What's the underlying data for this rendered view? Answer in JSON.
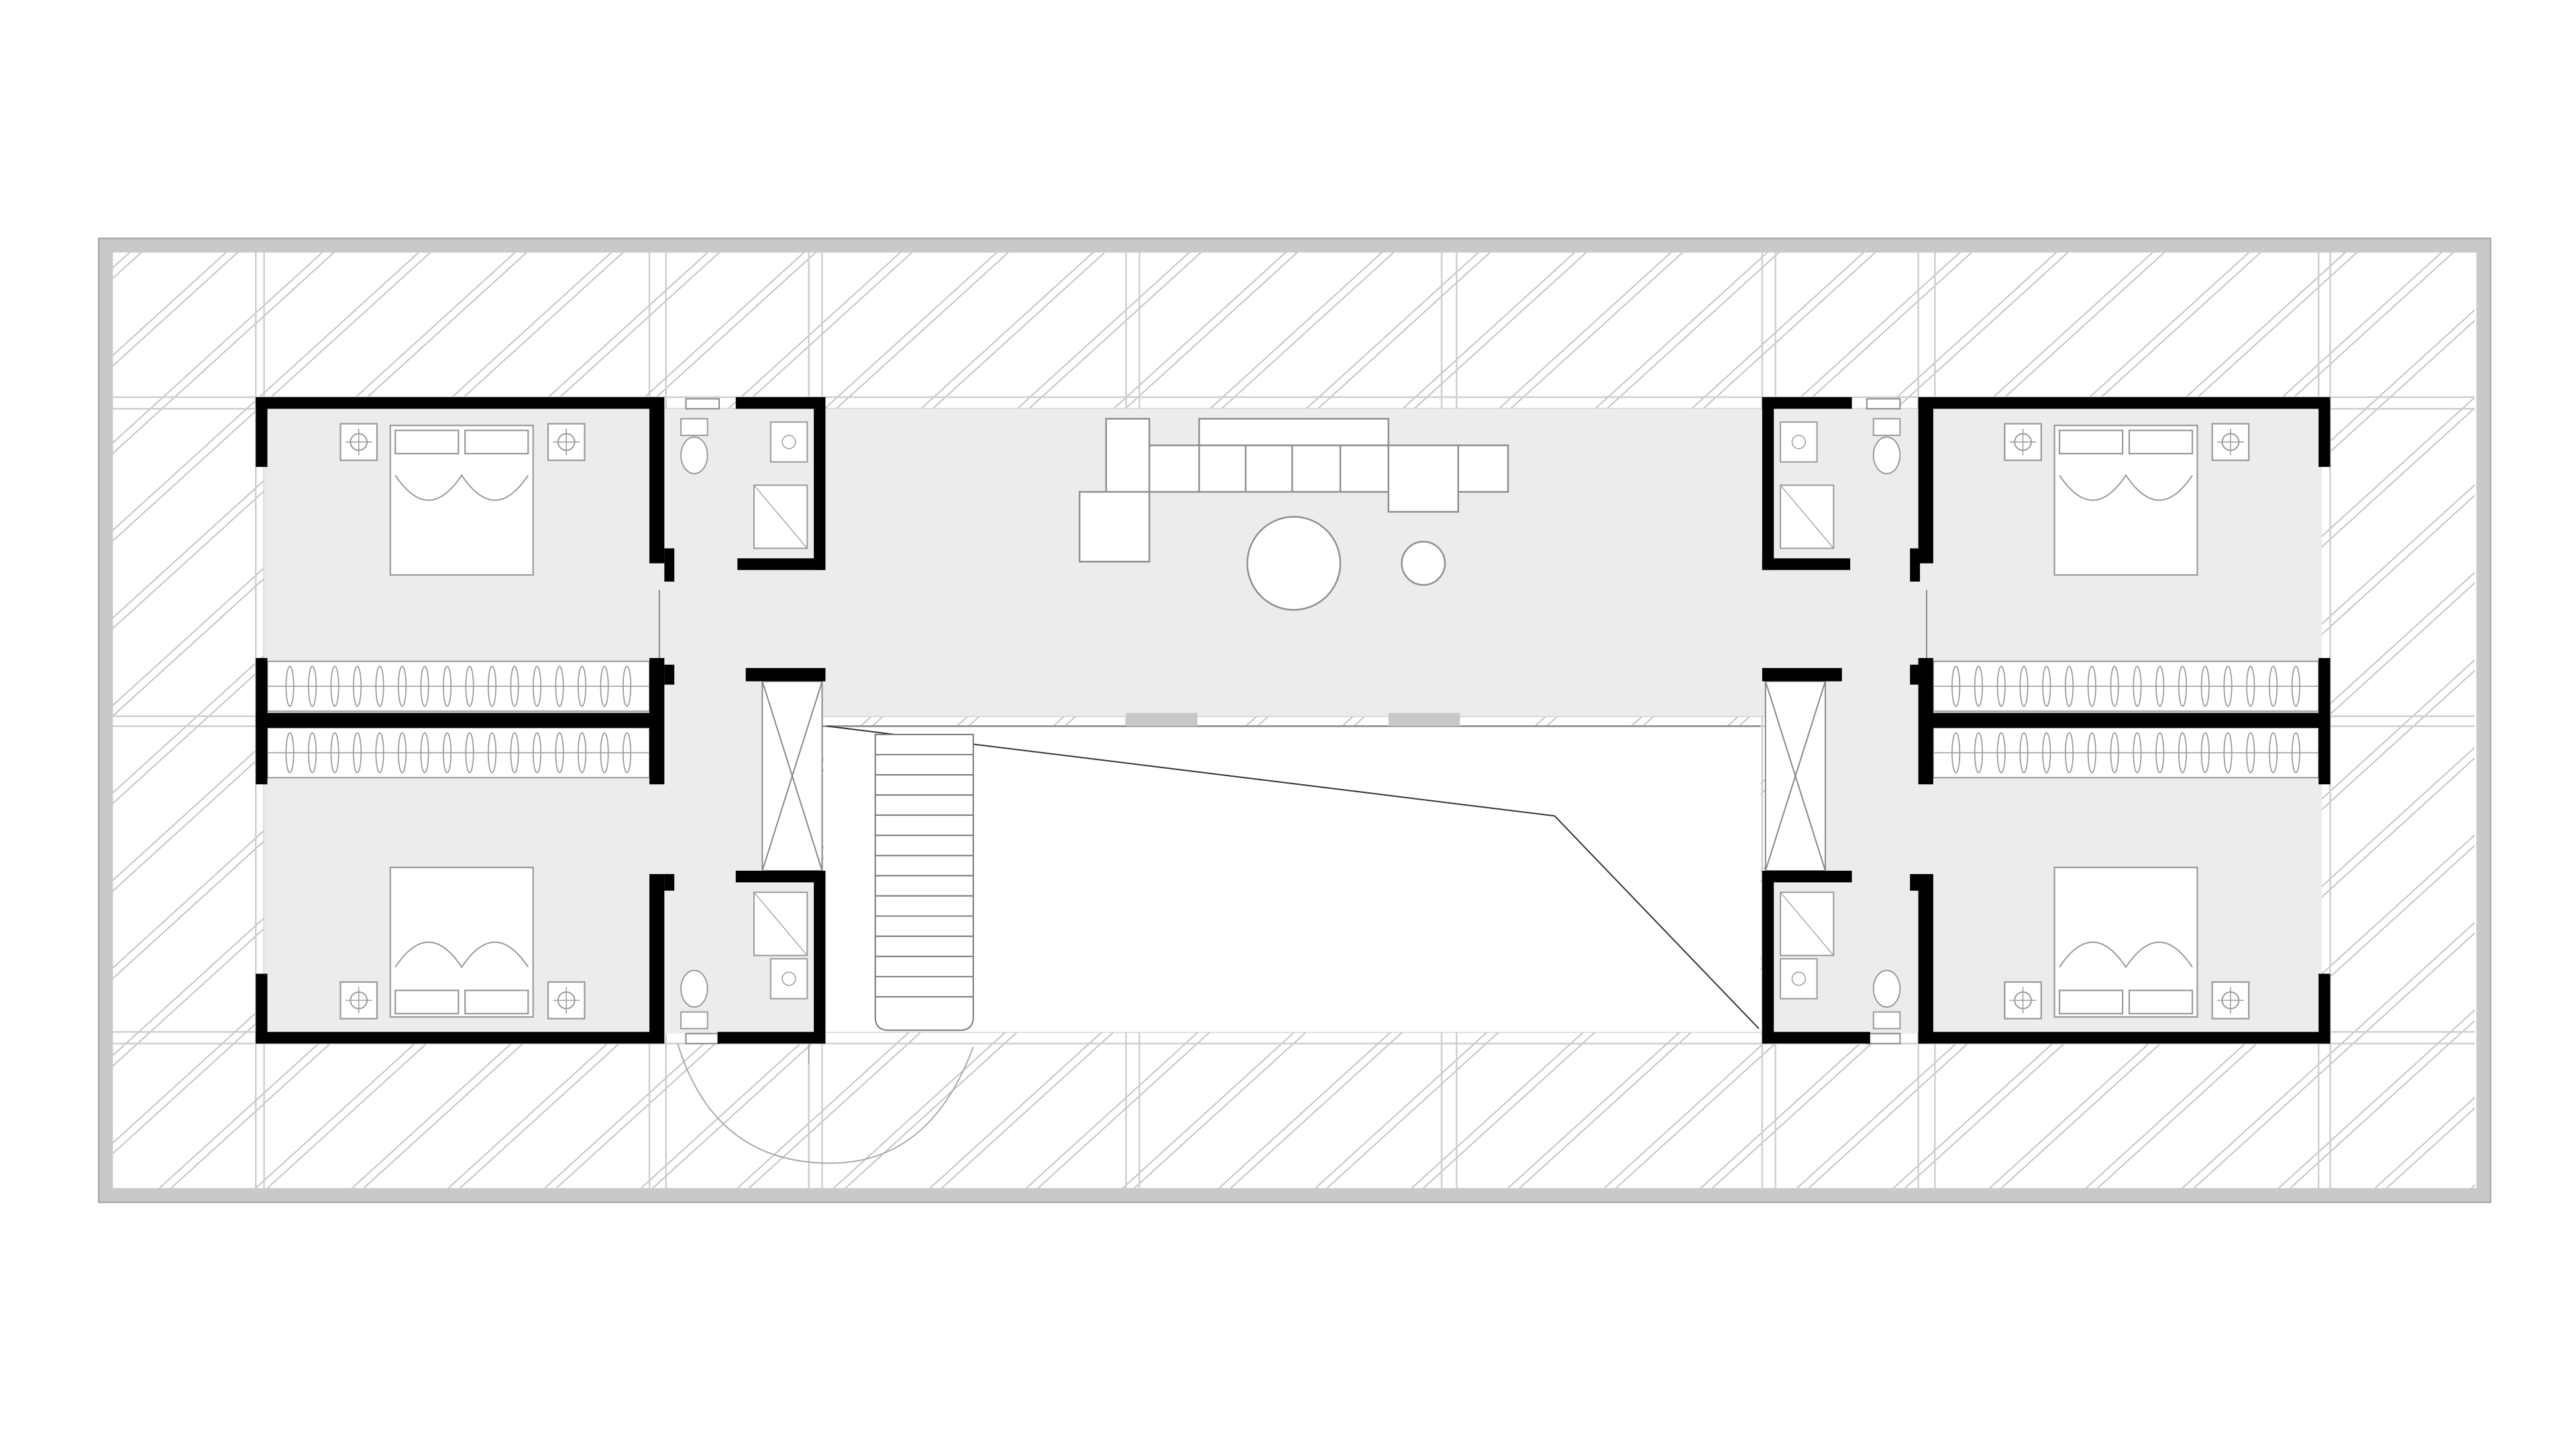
{
  "drawing": {
    "type": "floor plan",
    "colors": {
      "background": "#ffffff",
      "frame": "#c9c9c9",
      "hatch": "#c4c4c4",
      "floor": "#ececec",
      "wall": "#000000",
      "fixture_line": "#9a9a9a",
      "fixture_fill": "#ffffff",
      "window": "#c8c8c8"
    },
    "hatch_line_count": 72,
    "bedrooms": [
      {
        "id": "bedroom-top-left",
        "side": "left",
        "corner": "top"
      },
      {
        "id": "bedroom-bottom-left",
        "side": "left",
        "corner": "bottom"
      },
      {
        "id": "bedroom-top-right",
        "side": "right",
        "corner": "top"
      },
      {
        "id": "bedroom-bottom-right",
        "side": "right",
        "corner": "bottom"
      }
    ],
    "bathrooms": [
      {
        "id": "bathroom-top-left"
      },
      {
        "id": "bathroom-bottom-left"
      },
      {
        "id": "bathroom-top-right"
      },
      {
        "id": "bathroom-bottom-right"
      }
    ],
    "closets": [
      {
        "id": "closet-left-upper",
        "hanger_count": 16
      },
      {
        "id": "closet-left-lower",
        "hanger_count": 16
      },
      {
        "id": "closet-right-upper",
        "hanger_count": 16
      },
      {
        "id": "closet-right-lower",
        "hanger_count": 16
      }
    ],
    "stair_tread_count": 13,
    "lounge_furniture": [
      "sectional-sofa",
      "ottoman",
      "round-coffee-table",
      "round-side-table"
    ]
  }
}
